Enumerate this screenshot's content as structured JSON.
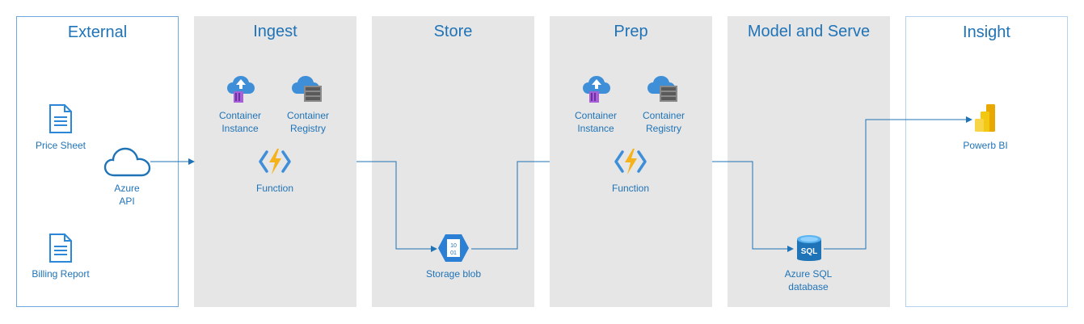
{
  "lanes": {
    "external": "External",
    "ingest": "Ingest",
    "store": "Store",
    "prep": "Prep",
    "model_serve": "Model and Serve",
    "insight": "Insight"
  },
  "nodes": {
    "price_sheet": "Price Sheet",
    "billing_report": "Billing Report",
    "azure_api_1": "Azure",
    "azure_api_2": "API",
    "ingest_ci_1": "Container",
    "ingest_ci_2": "Instance",
    "ingest_cr_1": "Container",
    "ingest_cr_2": "Registry",
    "ingest_function": "Function",
    "storage_blob": "Storage blob",
    "prep_ci_1": "Container",
    "prep_ci_2": "Instance",
    "prep_cr_1": "Container",
    "prep_cr_2": "Registry",
    "prep_function": "Function",
    "sql_1": "Azure SQL",
    "sql_2": "database",
    "powerbi": "Powerb BI",
    "sql_icon_text": "SQL",
    "blob_icon_text_1": "10",
    "blob_icon_text_2": "01"
  },
  "colors": {
    "accent": "#1f73b7",
    "lane_gray": "#e6e6e6",
    "connector": "#1f73b7"
  },
  "icons": [
    "document-icon",
    "cloud-icon",
    "container-instance-icon",
    "container-registry-icon",
    "function-icon",
    "storage-blob-icon",
    "sql-database-icon",
    "powerbi-icon"
  ]
}
